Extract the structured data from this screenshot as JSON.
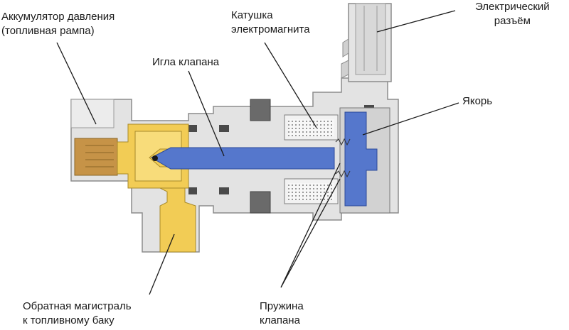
{
  "labels": {
    "accumulator": [
      "Аккумулятор давления",
      "(топливная рампа)"
    ],
    "coil": [
      "Катушка",
      "электромагнита"
    ],
    "connector": [
      "Электрический",
      "разъём"
    ],
    "needle": [
      "Игла клапана"
    ],
    "armature": [
      "Якорь"
    ],
    "return_line": [
      "Обратная магистраль",
      "к топливному баку"
    ],
    "spring": [
      "Пружина",
      "клапана"
    ]
  },
  "colors": {
    "housing": "#e2e2e2",
    "housing_stroke": "#8e8e8e",
    "needle_blue": "#5577cc",
    "brass_yellow": "#f2cc55",
    "port_brown": "#c99545",
    "seal_dark": "#5a5a5a",
    "coil_light": "#efefef"
  }
}
